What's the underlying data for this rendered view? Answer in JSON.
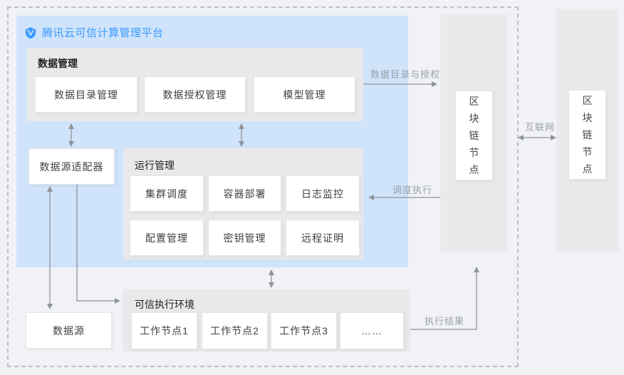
{
  "platform": {
    "title": "腾讯云可信计算管理平台"
  },
  "sections": {
    "data_mgmt": {
      "title": "数据管理",
      "items": [
        "数据目录管理",
        "数据授权管理",
        "模型管理"
      ]
    },
    "adapter": {
      "label": "数据源适配器"
    },
    "runtime": {
      "title": "运行管理",
      "items": [
        "集群调度",
        "容器部署",
        "日志监控",
        "配置管理",
        "密钥管理",
        "远程证明"
      ]
    },
    "tee": {
      "title": "可信执行环境",
      "items": [
        "工作节点1",
        "工作节点2",
        "工作节点3",
        "……"
      ]
    },
    "datasource": {
      "label": "数据源"
    }
  },
  "blockchain": {
    "left_node": "区块链节点",
    "right_node": "区块链节点"
  },
  "edge_labels": {
    "catalog_auth": "数据目录与授权",
    "schedule": "调度执行",
    "result": "执行结果",
    "internet": "互联网"
  },
  "colors": {
    "accent_blue": "#3b9bff",
    "panel_blue": "#cfe3fa",
    "section_gray": "#e9e9eb",
    "arrow_gray": "#8f939a",
    "label_gray": "#9aa0a8",
    "background": "#f1f2f6"
  }
}
